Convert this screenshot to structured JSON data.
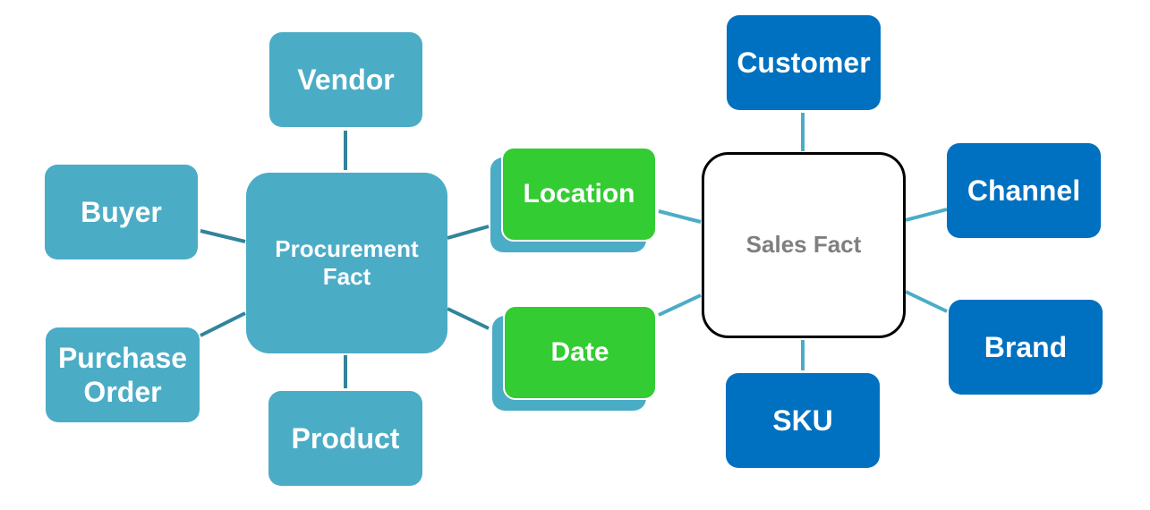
{
  "colors": {
    "teal": "#4bacc6",
    "blue": "#0070c0",
    "green": "#33cc33",
    "connector": "#31849b",
    "sales_fact_text": "#7f7f7f"
  },
  "procurement": {
    "fact_label": "Procurement Fact",
    "dimensions": {
      "vendor": "Vendor",
      "buyer": "Buyer",
      "purchase_order": "Purchase Order",
      "product": "Product"
    }
  },
  "shared": {
    "location": "Location",
    "date": "Date"
  },
  "sales": {
    "fact_label": "Sales Fact",
    "dimensions": {
      "customer": "Customer",
      "channel": "Channel",
      "brand": "Brand",
      "sku": "SKU"
    }
  }
}
